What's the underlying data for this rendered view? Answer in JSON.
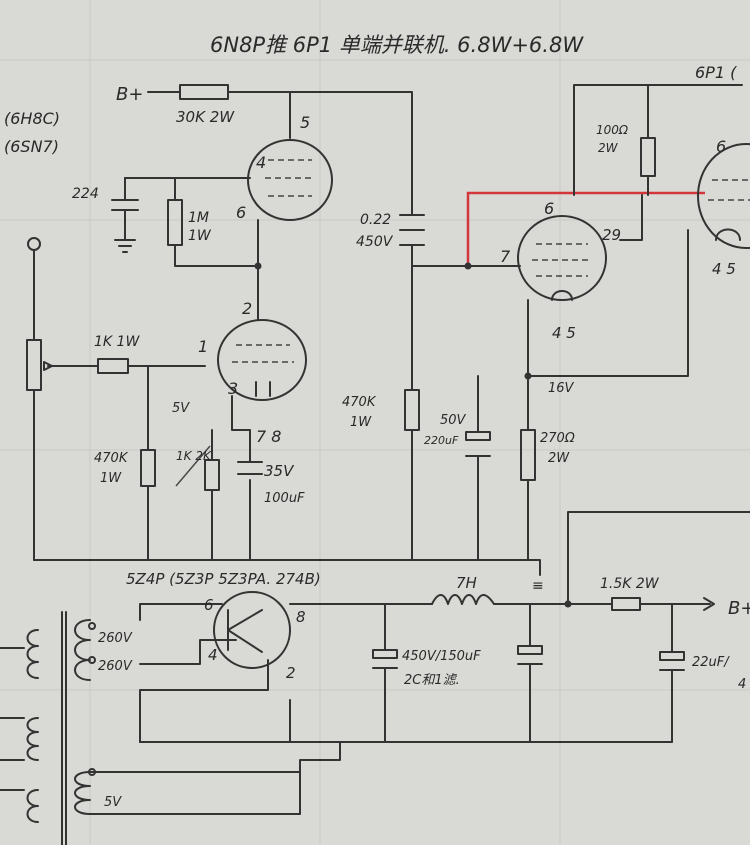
{
  "title": "6N8P推 6P1 单端并联机. 6.8W+6.8W",
  "labels": {
    "b_plus_in": "B+",
    "b_plus_out": "B+",
    "r_30k": "30K 2W",
    "tube_left_a": "(6H8C)",
    "tube_left_b": "(6SN7)",
    "tube_6p1_right": "6P1 (",
    "cap_224": "224",
    "r_1m": "1M",
    "r_1m_w": "1W",
    "cap_022": "0.22",
    "cap_022_v": "450V",
    "r_1k": "1K 1W",
    "r_470k_left": "470K",
    "r_470k_left_w": "1W",
    "r_470k_mid": "470K",
    "r_470k_mid_w": "1W",
    "v_5": "5V",
    "cap_35v": "35V",
    "cap_100uf": "100uF",
    "r_1k2k": "1K 2K",
    "r_100": "100Ω",
    "r_100_w": "2W",
    "cap_50v": "50V",
    "cap_220uf": "220uF",
    "r_270": "270Ω",
    "r_270_w": "2W",
    "v_16": "16V",
    "rect": "5Z4P (5Z3P 5Z3PA. 274B)",
    "choke": "7H",
    "cap_450v": "450V/150uF",
    "cap_note": "2C和1滤.",
    "r_1k5": "1.5K 2W",
    "cap_22uf": "22uF/",
    "cap_22uf_b": "4",
    "tr_260a": "260V",
    "tr_260b": "260V",
    "tr_5v": "5V"
  },
  "pins": {
    "t1_p5": "5",
    "t1_p4": "4",
    "t1_p6": "6",
    "t2_p2": "2",
    "t2_p1": "1",
    "t2_p3": "3",
    "t2_p78": "7 8",
    "t3_p6": "6",
    "t3_p29": "29",
    "t3_p7": "7",
    "t3_p45": "4 5",
    "t4_p6": "6",
    "t4_p45": "4 5",
    "r_p6": "6",
    "r_p8": "8",
    "r_p4": "4",
    "r_p2": "2",
    "gnd": "≡"
  },
  "colors": {
    "signal_red": "#d2363b",
    "ink": "#333333",
    "paper": "#d9d9d6"
  }
}
